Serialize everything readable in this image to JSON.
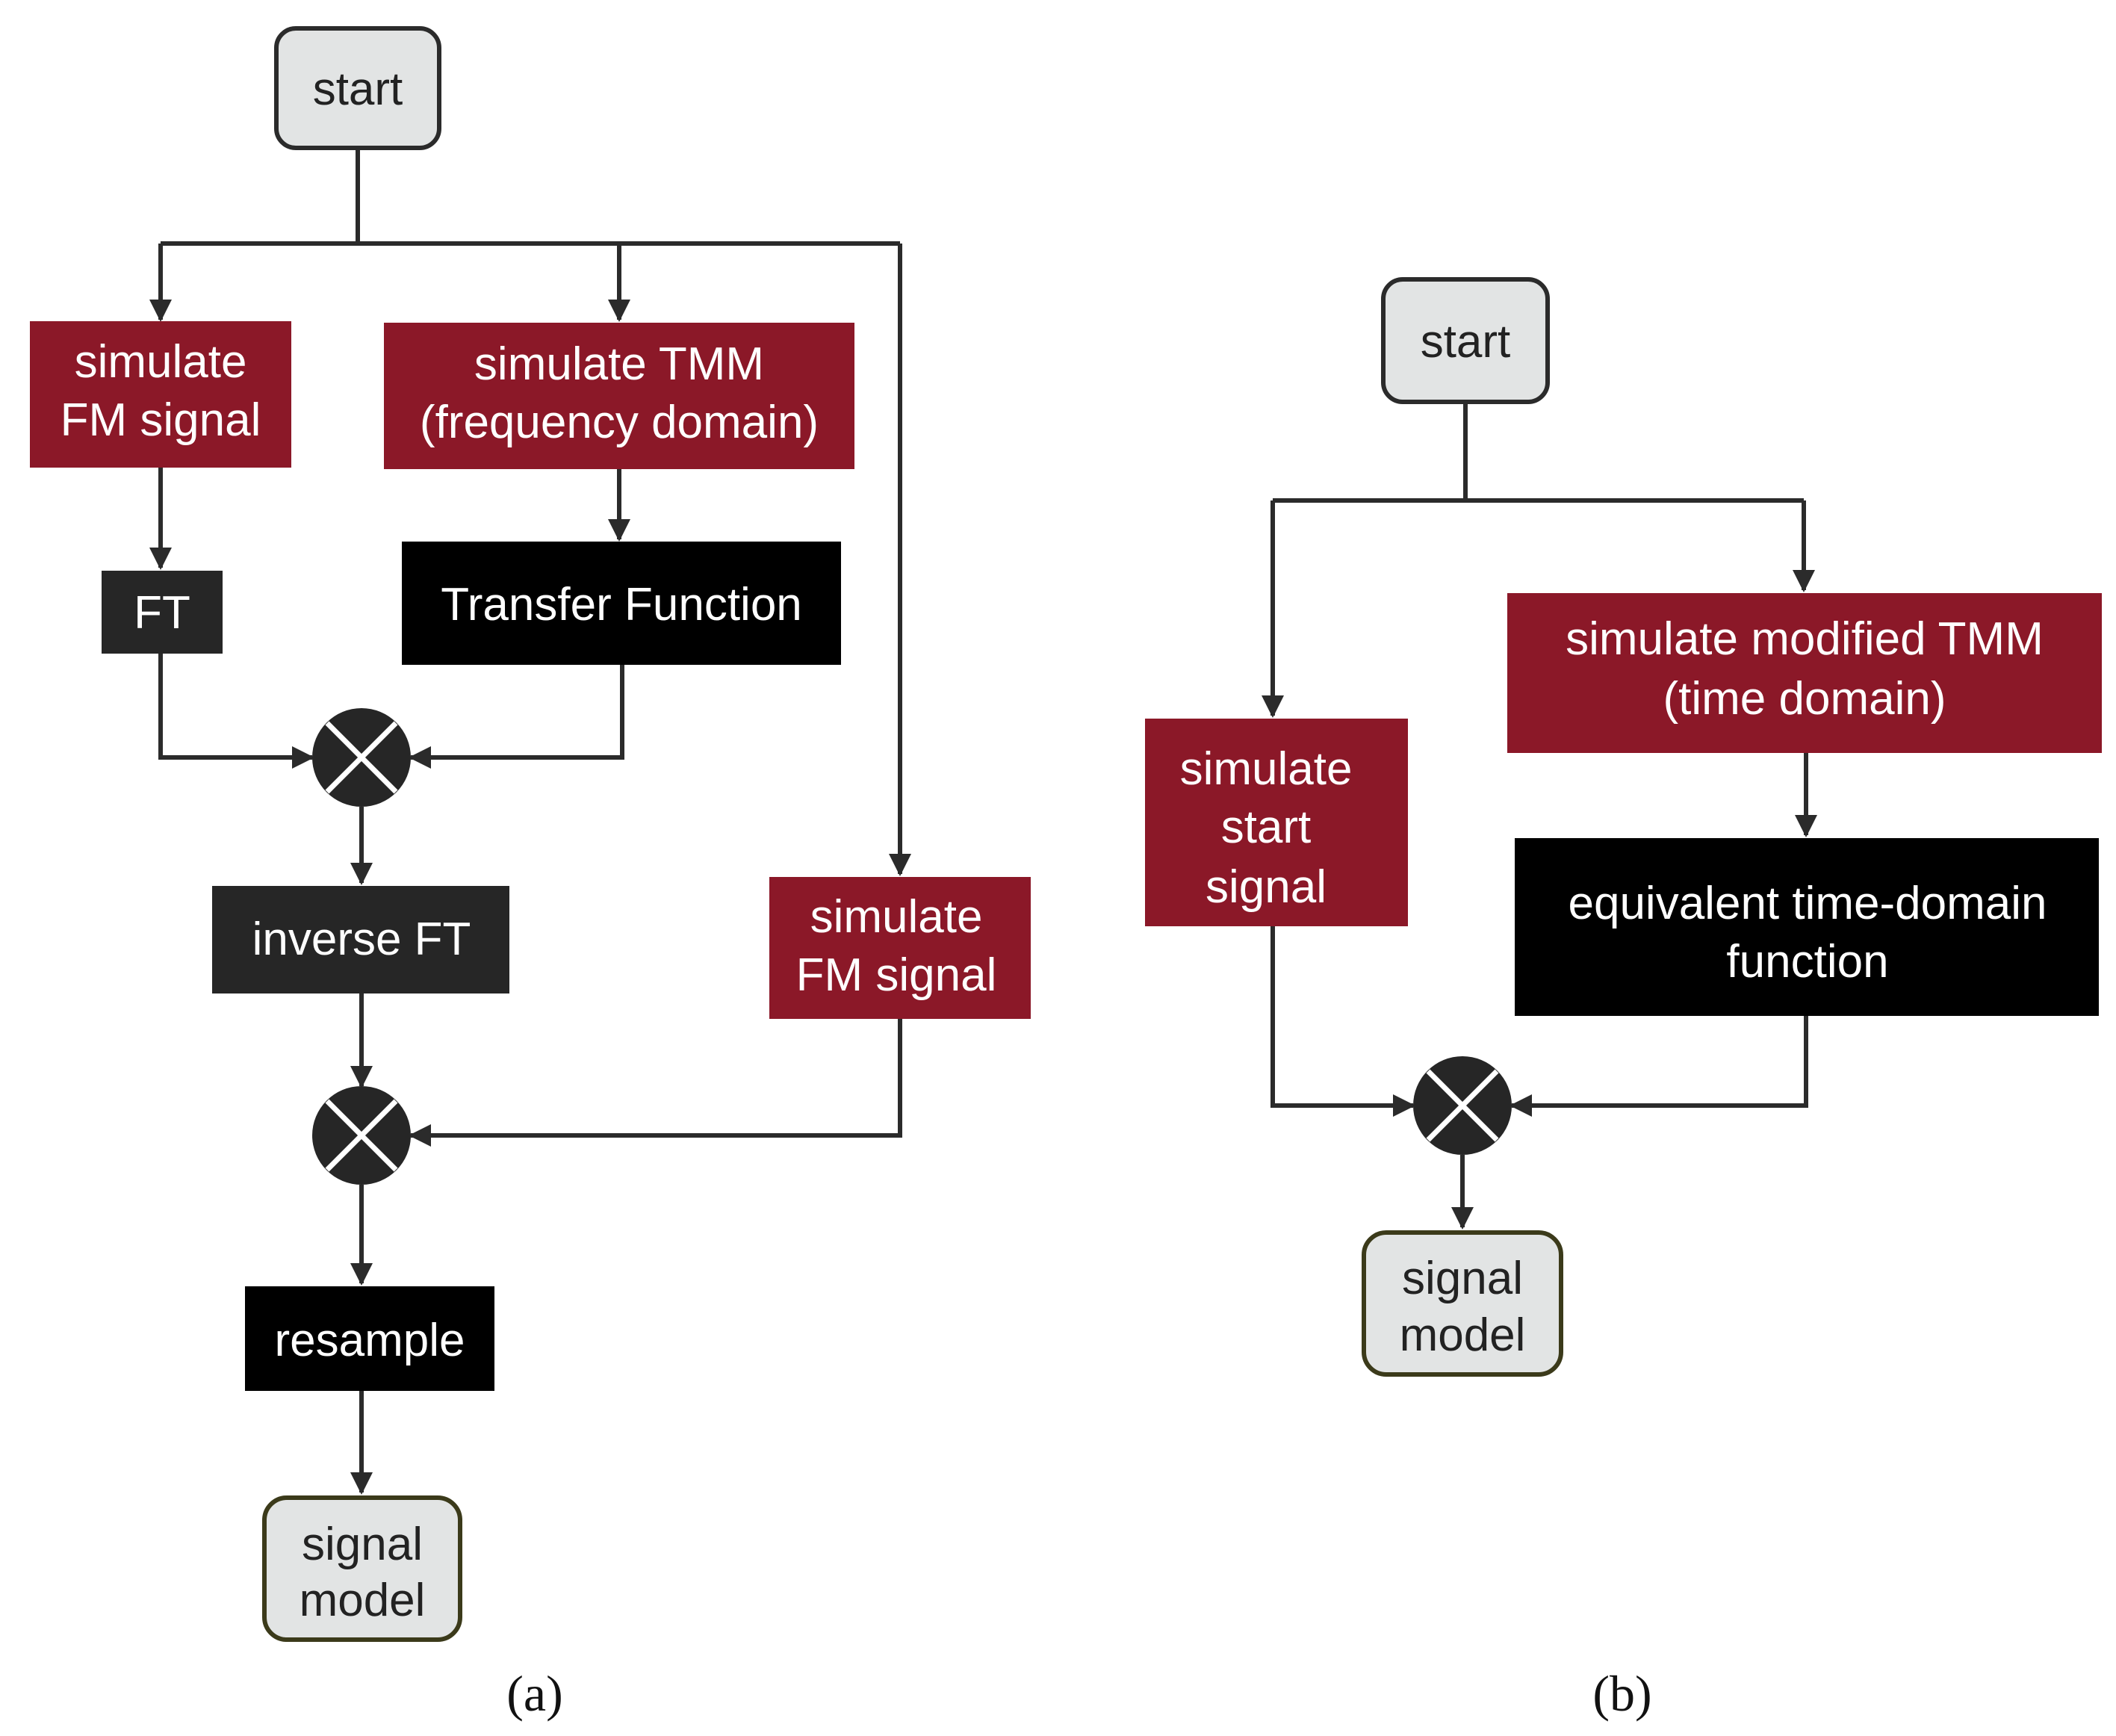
{
  "colors": {
    "terminal_fill": "#e2e4e4",
    "terminal_stroke": "#2b2b2b",
    "end_stroke": "#3b3a1a",
    "simulate_fill": "#8b1828",
    "process_fill": "#000000",
    "process_alt_fill": "#262626",
    "junction_fill": "#262626",
    "edge": "#2b2b2b"
  },
  "diagram_a": {
    "caption": "(a)",
    "start": "start",
    "sim_fm_1": [
      "simulate",
      "FM signal"
    ],
    "sim_tmm": [
      "simulate TMM",
      "(frequency domain)"
    ],
    "ft": "FT",
    "transfer_function": "Transfer Function",
    "inverse_ft": "inverse FT",
    "sim_fm_2": [
      "simulate",
      "FM signal"
    ],
    "resample": "resample",
    "end": [
      "signal",
      "model"
    ]
  },
  "diagram_b": {
    "caption": "(b)",
    "start": "start",
    "sim_start": [
      "simulate",
      "start",
      "signal"
    ],
    "sim_mod_tmm": [
      "simulate modified TMM",
      "(time domain)"
    ],
    "equiv_fn": [
      "equivalent time-domain",
      "function"
    ],
    "end": [
      "signal",
      "model"
    ]
  }
}
